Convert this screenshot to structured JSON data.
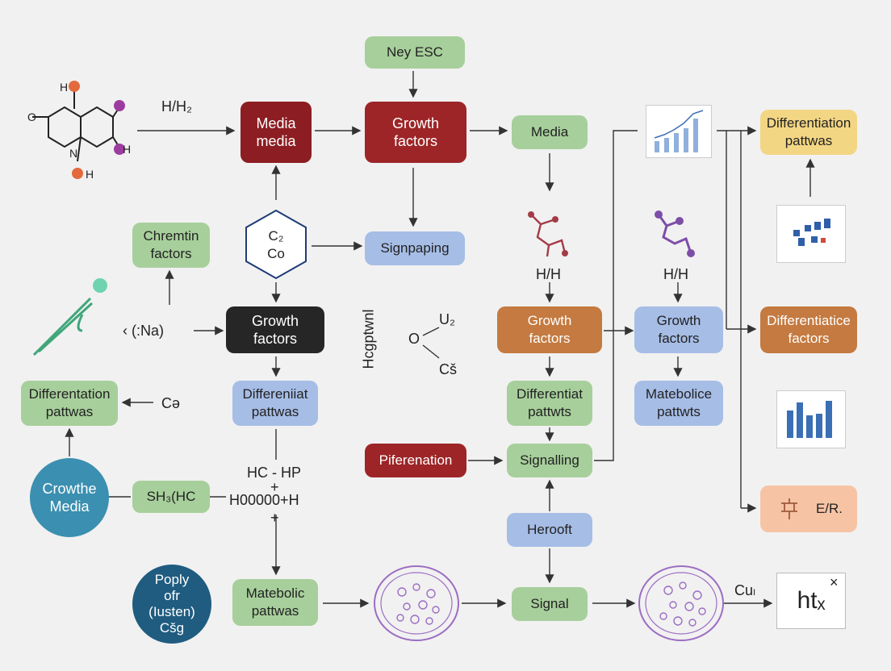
{
  "nodes": {
    "ney_esc": "Ney ESC",
    "media_media": "Media\nmedia",
    "growth_factors_top": "Growth\nfactors",
    "media_green": "Media",
    "diff_pathways_top": "Differentiation\npattwas",
    "chremtin": "Chremtin\nfactors",
    "co_hex": "C₂\nCo",
    "signpaping": "Signpaping",
    "growth_factors_dark": "Growth\nfactors",
    "differentiat_pathways": "Differeniiat\npattwas",
    "growth_factors_orange": "Growth\nfactors",
    "growth_factors_blue": "Growth\nfactors",
    "differentiatice_factors": "Differentiatice\nfactors",
    "differentation_pathways_left": "Differentation\npattwas",
    "differentiat_pathws": "Differentiat\npattwts",
    "metabolice_pathws": "Matebolice\npattwts",
    "growthe_media": "Crowthe\nMedia",
    "sh_hc": "SH₃(HC",
    "piferenation": "Piferenation",
    "signalling": "Signalling",
    "er": "E/R.",
    "herooft": "Herooft",
    "poply": "Poply\nofr\n(Iusten)\nCšg",
    "metabolic_pathways": "Matebolic\npattwas",
    "signal": "Signal",
    "htx": "htₓ"
  },
  "labels": {
    "h_h2": "H/H₂",
    "na": "‹ (:Na)",
    "ca": "Cə",
    "hc_hp": "HC - HP",
    "plus1": "+",
    "h0000": "H00000+H",
    "plus2": "+",
    "hcgptwnl": "Hcgptwnl",
    "u2": "U₂",
    "o": "O",
    "c8": "Cš",
    "hh1": "H/H",
    "hh2": "H/H",
    "cu": "Cuₗ"
  },
  "colors": {
    "green": "#a7cf9b",
    "blue": "#a6bde6",
    "yellow": "#f3d684",
    "orange": "#c47a40",
    "dark_red": "#8c1d22",
    "teal_circle": "#3b8fb0",
    "navy_circle": "#1f5c80"
  },
  "icons": [
    "molecule-icon",
    "pipette-icon",
    "structure-icon",
    "cell-icon",
    "chart-icon"
  ]
}
